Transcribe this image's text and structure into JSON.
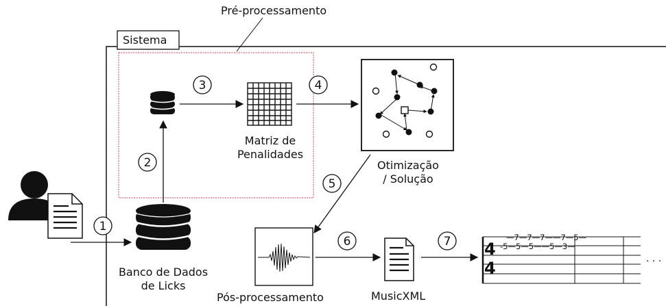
{
  "labels": {
    "preprocessing": "Pré-processamento",
    "system": "Sistema",
    "matrix_line1": "Matriz de",
    "matrix_line2": "Penalidades",
    "optimization_line1": "Otimização",
    "optimization_line2": "/ Solução",
    "database_line1": "Banco de Dados",
    "database_line2": "de Licks",
    "postprocessing": "Pós-processamento",
    "musicxml": "MusicXML",
    "ellipsis": "· · ·"
  },
  "steps": [
    "1",
    "2",
    "3",
    "4",
    "5",
    "6",
    "7"
  ],
  "tab": {
    "time_signature_top": "4",
    "time_signature_bottom": "4",
    "top_string": "—7—7—7——7—5—",
    "second_string": "-5—5—5——5—3—"
  },
  "colors": {
    "preprocessing_border": "#e06070",
    "ink": "#111111"
  }
}
